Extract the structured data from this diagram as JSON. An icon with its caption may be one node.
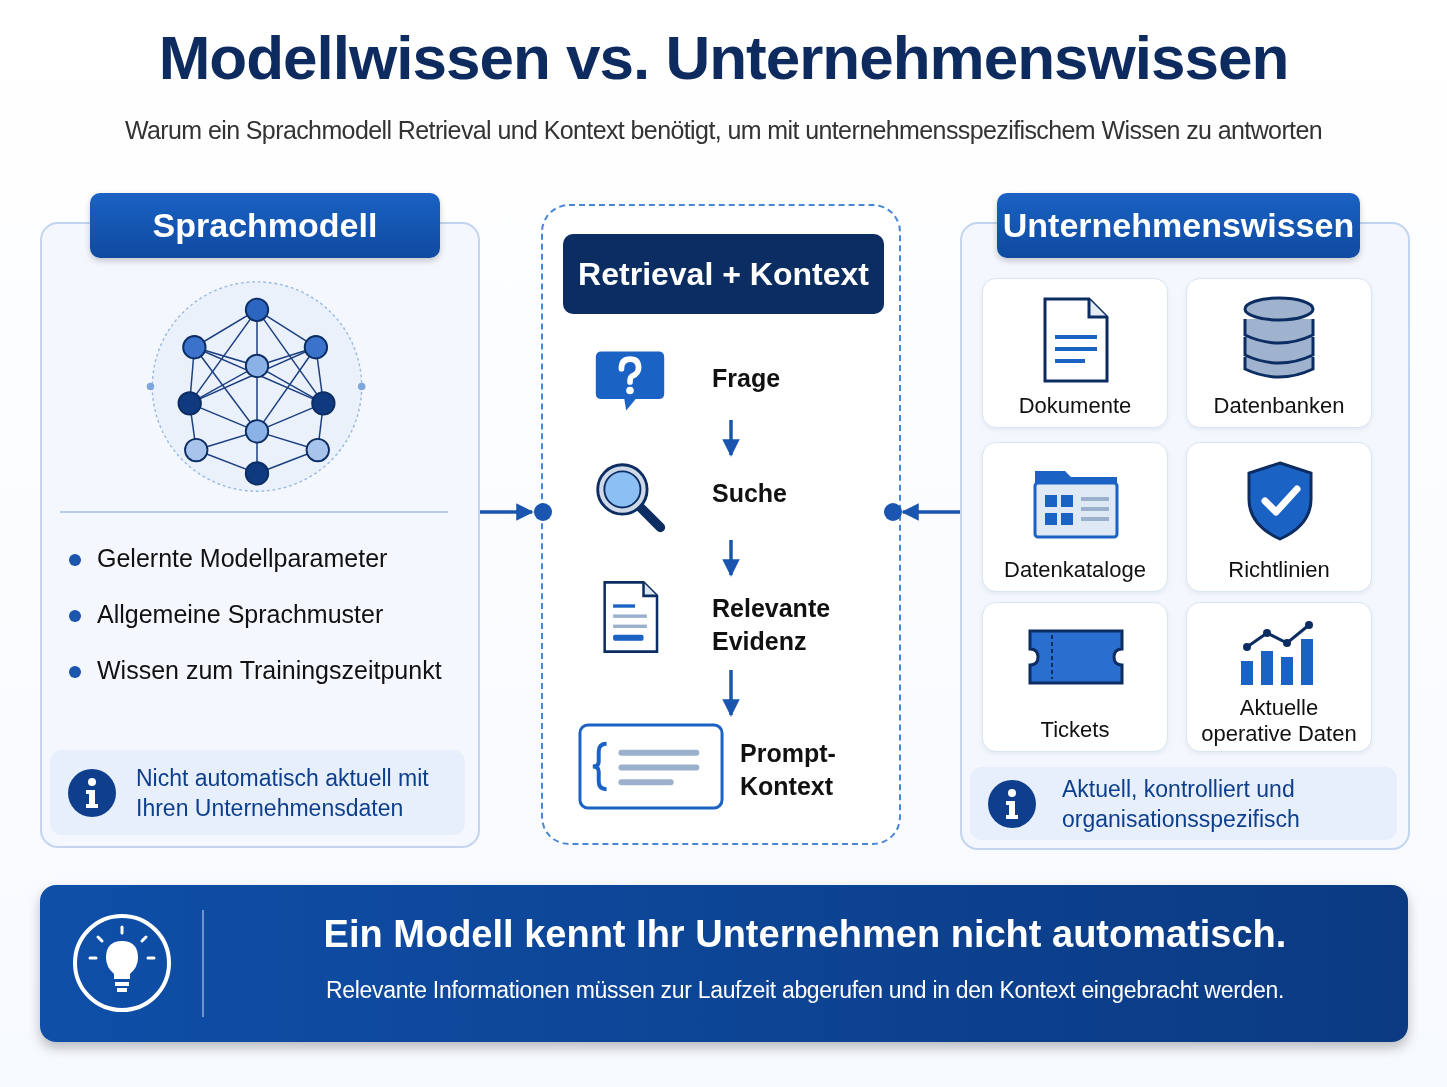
{
  "diagram": {
    "title": "Modellwissen vs. Unternehmenswissen",
    "nodes": [
      {
        "text": [
          "Sprachmodell"
        ]
      },
      {
        "text": [
          "Nicht automatisch aktuell mit Ihren Unternehmensdaten"
        ],
        "in": 0
      },
      {
        "text": [
          "Retrieval + Kontext"
        ]
      },
      {
        "text": [
          "Frage"
        ],
        "in": 2
      },
      {
        "text": [
          "Suche"
        ],
        "in": 2
      },
      {
        "text": [
          "Relevante Evidenz"
        ],
        "in": 2
      },
      {
        "text": [
          "Prompt-Kontext"
        ],
        "in": 2
      },
      {
        "text": [
          "Unternehmenswissen"
        ]
      },
      {
        "text": [
          "Dokumente"
        ],
        "in": 7
      },
      {
        "text": [
          "Datenbanken"
        ],
        "in": 7
      },
      {
        "text": [
          "Datenkataloge"
        ],
        "in": 7
      },
      {
        "text": [
          "Richtlinien"
        ],
        "in": 7
      },
      {
        "text": [
          "Tickets"
        ],
        "in": 7
      },
      {
        "text": [
          "Aktuelle operative Daten"
        ],
        "in": 7
      },
      {
        "text": [
          "Aktuell, kontrolliert und organisationsspezifisch"
        ],
        "in": 7
      },
      {
        "text": [
          "Ein Modell kennt Ihr Unternehmen nicht automatisch.",
          "Relevante Informationen müssen zur Laufzeit abgerufen und in den Kontext eingebracht werden."
        ]
      }
    ],
    "edges": [
      {
        "from": 0,
        "to": 2,
        "arrow": "to"
      },
      {
        "from": 3,
        "to": 4,
        "arrow": "to"
      },
      {
        "from": 4,
        "to": 5,
        "arrow": "to"
      },
      {
        "from": 5,
        "to": 6,
        "arrow": "to"
      },
      {
        "from": 7,
        "to": 2,
        "arrow": "to"
      }
    ],
    "labels": [
      "Warum ein Sprachmodell Retrieval und Kontext benötigt, um mit unternehmensspezifischem Wissen zu antworten",
      "Gelernte Modellparameter",
      "Allgemeine Sprachmuster",
      "Wissen zum Trainingszeitpunkt"
    ]
  }
}
